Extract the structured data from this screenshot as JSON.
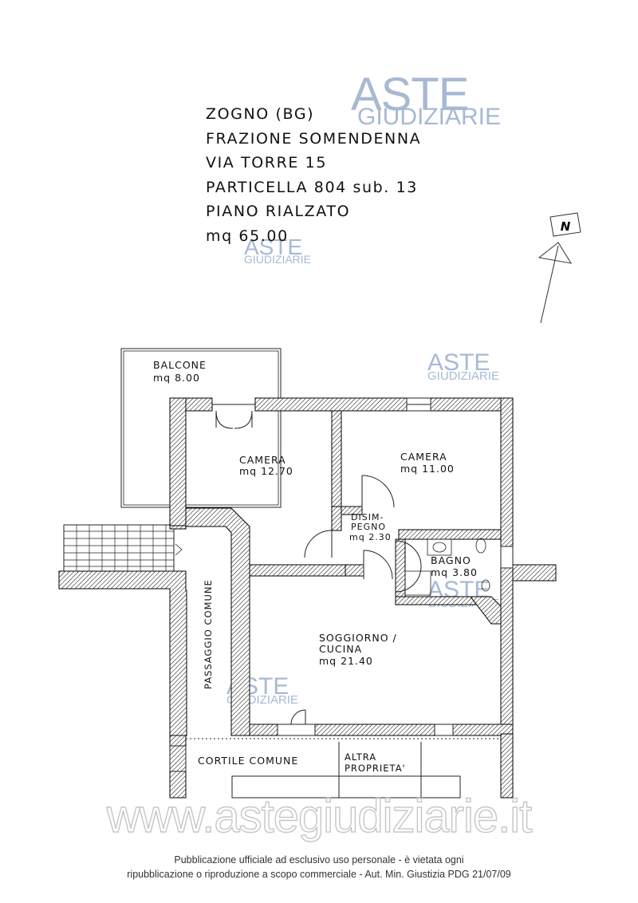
{
  "header": {
    "line1": "ZOGNO (BG)",
    "line2": "FRAZIONE SOMENDENNA",
    "line3": "VIA TORRE 15",
    "line4": "PARTICELLA 804 sub. 13",
    "line5": "PIANO RIALZATO",
    "line6": "mq 65.00"
  },
  "north_label": "N",
  "rooms": {
    "balcone": {
      "name": "BALCONE",
      "area": "mq 8.00"
    },
    "camera1": {
      "name": "CAMERA",
      "area": "mq 12.70"
    },
    "camera2": {
      "name": "CAMERA",
      "area": "mq 11.00"
    },
    "disimpegno": {
      "name1": "DISIM-",
      "name2": "PEGNO",
      "area": "mq 2.30"
    },
    "bagno": {
      "name": "BAGNO",
      "area": "mq 3.80"
    },
    "soggiorno": {
      "name1": "SOGGIORNO /",
      "name2": "CUCINA",
      "area": "mq 21.40"
    },
    "passaggio": "PASSAGGIO COMUNE",
    "cortile": "CORTILE COMUNE",
    "altra1": "ALTRA",
    "altra2": "PROPRIETA'"
  },
  "watermark": {
    "aste": "ASTE",
    "giudiziarie": "GIUDIZIARIE",
    "site": "www.astegiudiziarie.it"
  },
  "footer": {
    "line1": "Pubblicazione ufficiale ad esclusivo uso personale - è vietata ogni",
    "line2": "ripubblicazione o riproduzione a scopo commerciale - Aut. Min. Giustizia PDG 21/07/09"
  },
  "colors": {
    "watermark": "#a7b9d3",
    "wall_hatch": "#000000"
  }
}
